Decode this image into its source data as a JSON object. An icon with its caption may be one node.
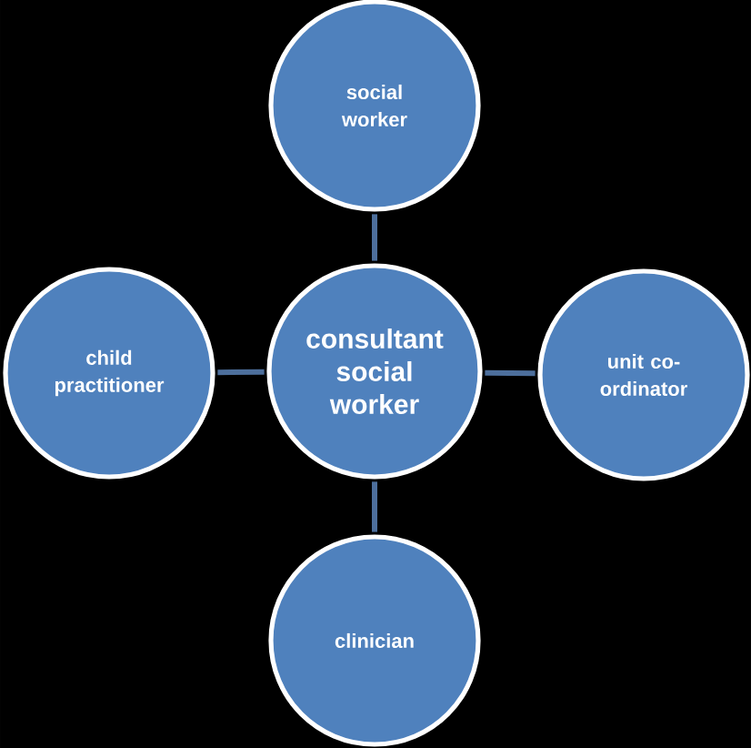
{
  "diagram": {
    "nodes": [
      {
        "text": [
          "social worker"
        ]
      },
      {
        "text": [
          "child practitioner"
        ]
      },
      {
        "text": [
          "consultant social worker"
        ]
      },
      {
        "text": [
          "unit co-ordinator"
        ]
      },
      {
        "text": [
          "clinician"
        ]
      }
    ],
    "edges": [
      {
        "from": 2,
        "to": 0,
        "arrow": "none"
      },
      {
        "from": 2,
        "to": 1,
        "arrow": "none"
      },
      {
        "from": 2,
        "to": 3,
        "arrow": "none"
      },
      {
        "from": 2,
        "to": 4,
        "arrow": "none"
      }
    ]
  }
}
